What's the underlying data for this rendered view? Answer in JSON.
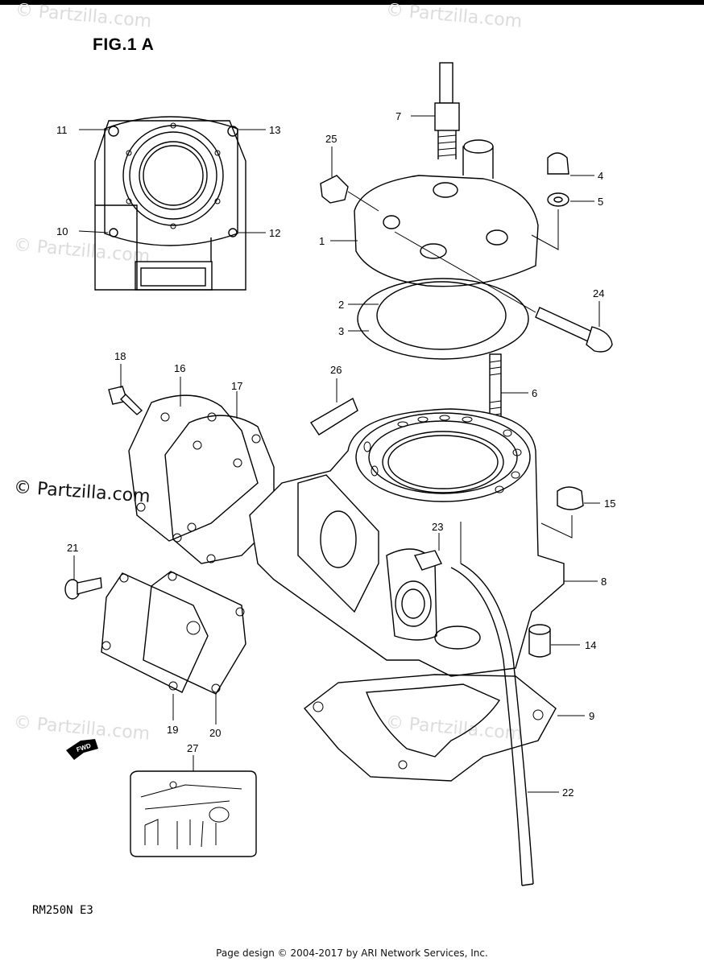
{
  "figure": {
    "title": "FIG.1 A",
    "model_code": "RM250N E3",
    "footer": "Page design © 2004-2017 by ARI Network Services, Inc.",
    "partzilla_mark": "© Partzilla.com",
    "watermark": "© Partzilla.com"
  },
  "callouts": [
    {
      "id": "1",
      "label": "1"
    },
    {
      "id": "2",
      "label": "2"
    },
    {
      "id": "3",
      "label": "3"
    },
    {
      "id": "4",
      "label": "4"
    },
    {
      "id": "5",
      "label": "5"
    },
    {
      "id": "6",
      "label": "6"
    },
    {
      "id": "7",
      "label": "7"
    },
    {
      "id": "8",
      "label": "8"
    },
    {
      "id": "9",
      "label": "9"
    },
    {
      "id": "10",
      "label": "10"
    },
    {
      "id": "11",
      "label": "11"
    },
    {
      "id": "12",
      "label": "12"
    },
    {
      "id": "13",
      "label": "13"
    },
    {
      "id": "14",
      "label": "14"
    },
    {
      "id": "15",
      "label": "15"
    },
    {
      "id": "16",
      "label": "16"
    },
    {
      "id": "17",
      "label": "17"
    },
    {
      "id": "18",
      "label": "18"
    },
    {
      "id": "19",
      "label": "19"
    },
    {
      "id": "20",
      "label": "20"
    },
    {
      "id": "21",
      "label": "21"
    },
    {
      "id": "22",
      "label": "22"
    },
    {
      "id": "23",
      "label": "23"
    },
    {
      "id": "24",
      "label": "24"
    },
    {
      "id": "25",
      "label": "25"
    },
    {
      "id": "26",
      "label": "26"
    },
    {
      "id": "27",
      "label": "27"
    }
  ],
  "fwd_label": "FWD",
  "colors": {
    "ink": "#000000",
    "watermark": "#dcdcdc",
    "paper": "#ffffff"
  }
}
